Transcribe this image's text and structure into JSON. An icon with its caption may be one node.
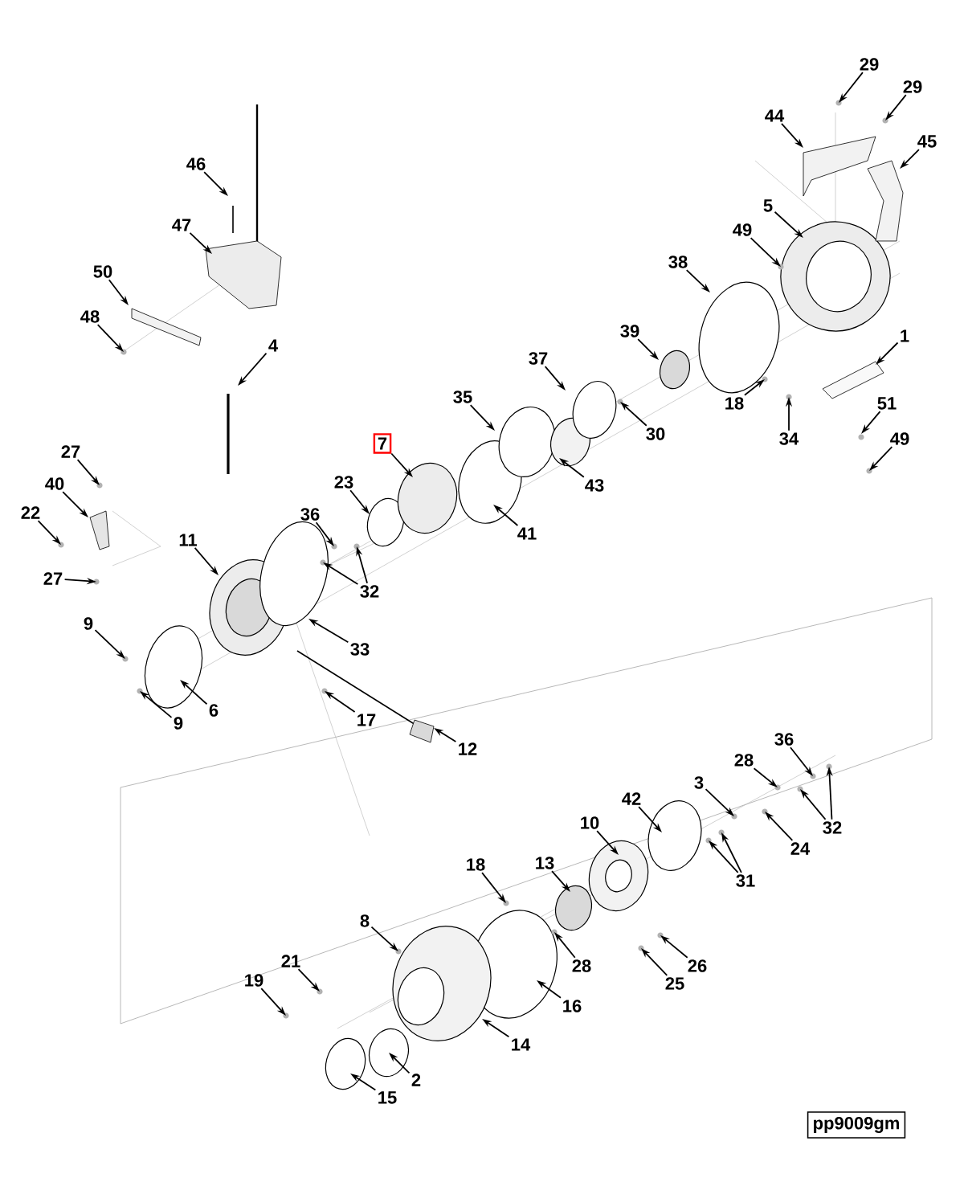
{
  "diagram": {
    "nodes": [
      {
        "text": [
          "46"
        ]
      },
      {
        "text": [
          "47"
        ]
      },
      {
        "text": [
          "50"
        ]
      },
      {
        "text": [
          "48"
        ]
      },
      {
        "text": [
          "4"
        ]
      },
      {
        "text": [
          "29"
        ]
      },
      {
        "text": [
          "29"
        ]
      },
      {
        "text": [
          "44"
        ]
      },
      {
        "text": [
          "45"
        ]
      },
      {
        "text": [
          "5"
        ]
      },
      {
        "text": [
          "49"
        ]
      },
      {
        "text": [
          "38"
        ]
      },
      {
        "text": [
          "1"
        ]
      },
      {
        "text": [
          "39"
        ]
      },
      {
        "text": [
          "37"
        ]
      },
      {
        "text": [
          "18"
        ]
      },
      {
        "text": [
          "34"
        ]
      },
      {
        "text": [
          "30"
        ]
      },
      {
        "text": [
          "51"
        ]
      },
      {
        "text": [
          "49"
        ]
      },
      {
        "text": [
          "35"
        ]
      },
      {
        "text": [
          "43"
        ]
      },
      {
        "text": [
          "41"
        ]
      },
      {
        "text": [
          "7"
        ]
      },
      {
        "text": [
          "23"
        ]
      },
      {
        "text": [
          "36"
        ]
      },
      {
        "text": [
          "32"
        ]
      },
      {
        "text": [
          "33"
        ]
      },
      {
        "text": [
          "27"
        ]
      },
      {
        "text": [
          "40"
        ]
      },
      {
        "text": [
          "22"
        ]
      },
      {
        "text": [
          "27"
        ]
      },
      {
        "text": [
          "11"
        ]
      },
      {
        "text": [
          "9"
        ]
      },
      {
        "text": [
          "6"
        ]
      },
      {
        "text": [
          "9"
        ]
      },
      {
        "text": [
          "17"
        ]
      },
      {
        "text": [
          "12"
        ]
      },
      {
        "text": [
          "36"
        ]
      },
      {
        "text": [
          "28"
        ]
      },
      {
        "text": [
          "3"
        ]
      },
      {
        "text": [
          "32"
        ]
      },
      {
        "text": [
          "24"
        ]
      },
      {
        "text": [
          "42"
        ]
      },
      {
        "text": [
          "31"
        ]
      },
      {
        "text": [
          "10"
        ]
      },
      {
        "text": [
          "13"
        ]
      },
      {
        "text": [
          "18"
        ]
      },
      {
        "text": [
          "28"
        ]
      },
      {
        "text": [
          "26"
        ]
      },
      {
        "text": [
          "25"
        ]
      },
      {
        "text": [
          "8"
        ]
      },
      {
        "text": [
          "21"
        ]
      },
      {
        "text": [
          "19"
        ]
      },
      {
        "text": [
          "16"
        ]
      },
      {
        "text": [
          "14"
        ]
      },
      {
        "text": [
          "2"
        ]
      },
      {
        "text": [
          "15"
        ]
      },
      {
        "text": [
          "pp9009gm"
        ]
      }
    ],
    "edges": [
      {
        "from": 0,
        "to": null,
        "arrow": "to"
      },
      {
        "from": 1,
        "to": null,
        "arrow": "to"
      },
      {
        "from": 2,
        "to": null,
        "arrow": "to"
      },
      {
        "from": 3,
        "to": null,
        "arrow": "to"
      },
      {
        "from": 4,
        "to": null,
        "arrow": "to"
      },
      {
        "from": 5,
        "to": null,
        "arrow": "to"
      },
      {
        "from": 6,
        "to": null,
        "arrow": "to"
      },
      {
        "from": 7,
        "to": null,
        "arrow": "to"
      },
      {
        "from": 8,
        "to": null,
        "arrow": "to"
      },
      {
        "from": 9,
        "to": null,
        "arrow": "to"
      },
      {
        "from": 10,
        "to": null,
        "arrow": "to"
      },
      {
        "from": 11,
        "to": null,
        "arrow": "to"
      },
      {
        "from": 12,
        "to": null,
        "arrow": "to"
      },
      {
        "from": 13,
        "to": null,
        "arrow": "to"
      },
      {
        "from": 14,
        "to": null,
        "arrow": "to"
      },
      {
        "from": 15,
        "to": null,
        "arrow": "to"
      },
      {
        "from": 16,
        "to": null,
        "arrow": "to"
      },
      {
        "from": 17,
        "to": null,
        "arrow": "to"
      },
      {
        "from": 18,
        "to": null,
        "arrow": "to"
      },
      {
        "from": 19,
        "to": null,
        "arrow": "to"
      },
      {
        "from": 20,
        "to": null,
        "arrow": "to"
      },
      {
        "from": 21,
        "to": null,
        "arrow": "to"
      },
      {
        "from": 22,
        "to": null,
        "arrow": "to"
      },
      {
        "from": 23,
        "to": null,
        "arrow": "to"
      },
      {
        "from": 24,
        "to": null,
        "arrow": "to"
      },
      {
        "from": 25,
        "to": null,
        "arrow": "to"
      },
      {
        "from": 26,
        "to": null,
        "arrow": "to"
      },
      {
        "from": 26,
        "to": null,
        "arrow": "to"
      },
      {
        "from": 27,
        "to": null,
        "arrow": "to"
      },
      {
        "from": 28,
        "to": null,
        "arrow": "to"
      },
      {
        "from": 29,
        "to": null,
        "arrow": "to"
      },
      {
        "from": 30,
        "to": null,
        "arrow": "to"
      },
      {
        "from": 31,
        "to": null,
        "arrow": "to"
      },
      {
        "from": 32,
        "to": null,
        "arrow": "to"
      },
      {
        "from": 33,
        "to": null,
        "arrow": "to"
      },
      {
        "from": 34,
        "to": null,
        "arrow": "to"
      },
      {
        "from": 35,
        "to": null,
        "arrow": "to"
      },
      {
        "from": 36,
        "to": null,
        "arrow": "to"
      },
      {
        "from": 37,
        "to": null,
        "arrow": "to"
      },
      {
        "from": 38,
        "to": null,
        "arrow": "to"
      },
      {
        "from": 39,
        "to": null,
        "arrow": "to"
      },
      {
        "from": 40,
        "to": null,
        "arrow": "to"
      },
      {
        "from": 41,
        "to": null,
        "arrow": "to"
      },
      {
        "from": 41,
        "to": null,
        "arrow": "to"
      },
      {
        "from": 42,
        "to": null,
        "arrow": "to"
      },
      {
        "from": 43,
        "to": null,
        "arrow": "to"
      },
      {
        "from": 44,
        "to": null,
        "arrow": "to"
      },
      {
        "from": 44,
        "to": null,
        "arrow": "to"
      },
      {
        "from": 45,
        "to": null,
        "arrow": "to"
      },
      {
        "from": 46,
        "to": null,
        "arrow": "to"
      },
      {
        "from": 47,
        "to": null,
        "arrow": "to"
      },
      {
        "from": 48,
        "to": null,
        "arrow": "to"
      },
      {
        "from": 49,
        "to": null,
        "arrow": "to"
      },
      {
        "from": 50,
        "to": null,
        "arrow": "to"
      },
      {
        "from": 51,
        "to": null,
        "arrow": "to"
      },
      {
        "from": 52,
        "to": null,
        "arrow": "to"
      },
      {
        "from": 53,
        "to": null,
        "arrow": "to"
      },
      {
        "from": 54,
        "to": null,
        "arrow": "to"
      },
      {
        "from": 55,
        "to": null,
        "arrow": "to"
      },
      {
        "from": 56,
        "to": null,
        "arrow": "to"
      },
      {
        "from": 57,
        "to": null,
        "arrow": "to"
      }
    ]
  }
}
